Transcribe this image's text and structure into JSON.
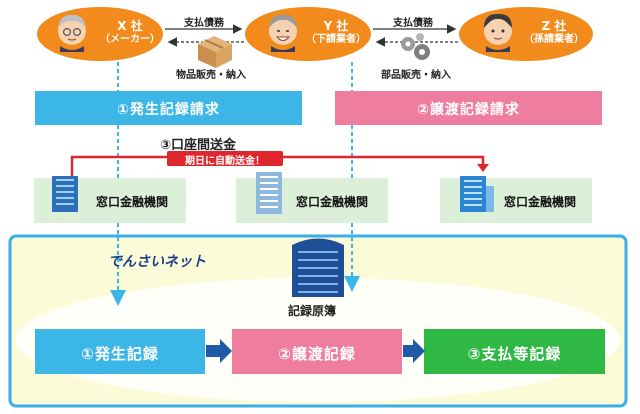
{
  "companies": [
    {
      "name": "X 社",
      "role": "（メーカー）"
    },
    {
      "name": "Y 社",
      "role": "（下請業者）"
    },
    {
      "name": "Z 社",
      "role": "（孫請業者）"
    }
  ],
  "flows": {
    "payment_xy": "支払債務",
    "goods_xy": "物品販売・納入",
    "payment_yz": "支払債務",
    "goods_yz": "部品販売・納入"
  },
  "requests": {
    "issue": "①発生記録請求",
    "transfer": "②譲渡記録請求"
  },
  "transfer": {
    "title": "③口座間送金",
    "badge": "期日に自動送金！"
  },
  "banks": [
    "窓口金融機関",
    "窓口金融機関",
    "窓口金融機関"
  ],
  "network": {
    "name": "でんさいネット",
    "registry": "記録原簿"
  },
  "records": [
    "①発生記録",
    "②譲渡記録",
    "③支払等記録"
  ],
  "colors": {
    "company": "#f28a1c",
    "issue_blue": "#3cb6e6",
    "transfer_pink": "#ef7da0",
    "record_green": "#2fb944",
    "arrow_red": "#e0262d",
    "network_border": "#3aaee8",
    "network_bg": "#fcfbd8",
    "bank_bg": "#dcefd9"
  }
}
